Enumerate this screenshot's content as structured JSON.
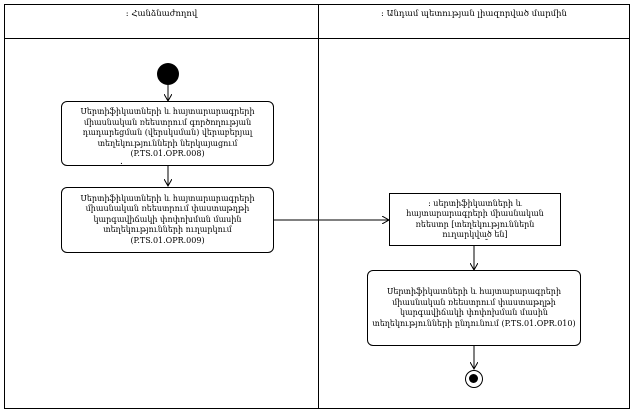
{
  "lanes": [
    {
      "title": ": Հանձնաժողով"
    },
    {
      "title": ": Անդամ պետության լիազորված մարմին"
    }
  ],
  "nodes": {
    "a1": {
      "text": "Սերտիֆիկատների և հայտարարագրերի միասնական ռեեստրում գործողության դադարեցման (վերսկսման) վերաբերյալ տեղեկությունների ներկայացում (P.TS.01.OPR.008)"
    },
    "a2": {
      "text": "Սերտիֆիկատների և հայտարարագրերի միասնական ռեեստրում փաստաթղթի կարգավիճակի փոփոխման մասին տեղեկությունների ուղարկում (P.TS.01.OPR.009)"
    },
    "o1": {
      "text": ": սերտիֆիկատների և հայտարարագրերի միասնական ռեեստր [տեղեկություններն ուղարկված են]"
    },
    "a3": {
      "text": "Սերտիֆիկատների և հայտարարագրերի միասնական ռեեստրում փաստաթղթի կարգավիճակի փոփոխման մասին տեղեկությունների ընդունում (P.TS.01.OPR.010)"
    }
  }
}
